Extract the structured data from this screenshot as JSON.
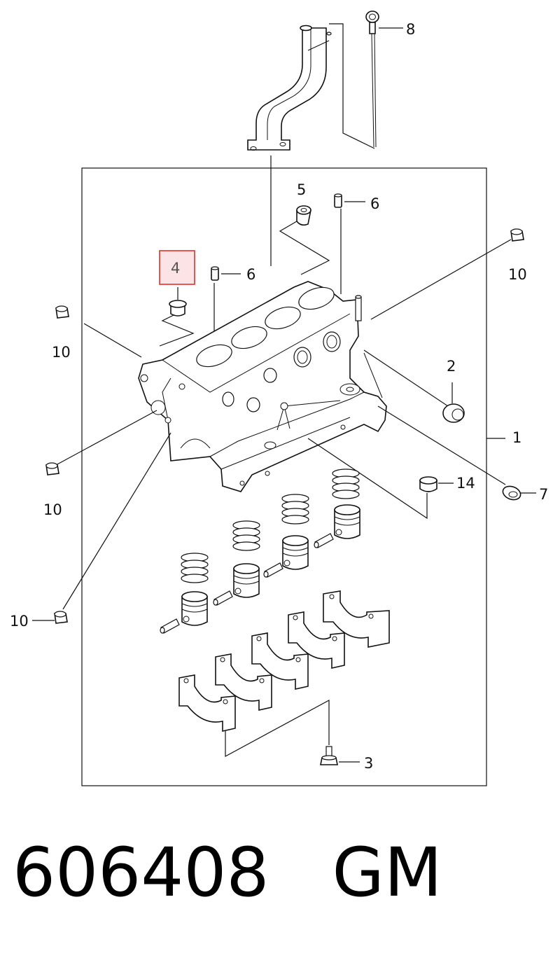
{
  "diagram": {
    "callouts": [
      {
        "id": "c8",
        "text": "8"
      },
      {
        "id": "c5",
        "text": "5"
      },
      {
        "id": "c6a",
        "text": "6"
      },
      {
        "id": "c6b",
        "text": "6"
      },
      {
        "id": "c4",
        "text": "4"
      },
      {
        "id": "c10a",
        "text": "10"
      },
      {
        "id": "c10b",
        "text": "10"
      },
      {
        "id": "c10c",
        "text": "10"
      },
      {
        "id": "c10d",
        "text": "10"
      },
      {
        "id": "c2",
        "text": "2"
      },
      {
        "id": "c1",
        "text": "1"
      },
      {
        "id": "c14",
        "text": "14"
      },
      {
        "id": "c7",
        "text": "7"
      },
      {
        "id": "c3",
        "text": "3"
      }
    ],
    "highlight_color": "#e0302a",
    "highlight_fill": "#fbe3e6"
  },
  "footer": {
    "part_number": "606408",
    "brand": "GM"
  }
}
